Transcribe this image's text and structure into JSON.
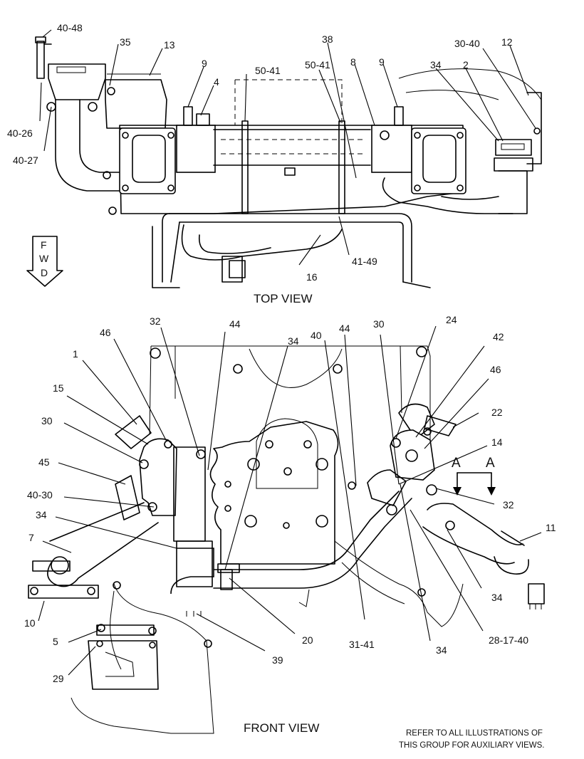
{
  "views": {
    "top_title": "TOP VIEW",
    "front_title": "FRONT VIEW"
  },
  "fwd_marker": [
    "F",
    "W",
    "D"
  ],
  "section_marker": {
    "left": "A",
    "right": "A"
  },
  "note": {
    "line1": "REFER TO ALL ILLUSTRATIONS OF",
    "line2": "THIS GROUP FOR AUXILIARY VIEWS."
  },
  "callouts": {
    "top": [
      "40-48",
      "35",
      "13",
      "9",
      "4",
      "50-41",
      "38",
      "50-41",
      "8",
      "9",
      "34",
      "2",
      "30-40",
      "12",
      "40-26",
      "40-27",
      "16",
      "41-49"
    ],
    "front": [
      "32",
      "44",
      "34",
      "40",
      "44",
      "30",
      "24",
      "46",
      "1",
      "42",
      "15",
      "46",
      "30",
      "22",
      "45",
      "14",
      "40-30",
      "34",
      "32",
      "7",
      "11",
      "34",
      "10",
      "20",
      "31-41",
      "34",
      "28-17-40",
      "5",
      "39",
      "29"
    ]
  }
}
